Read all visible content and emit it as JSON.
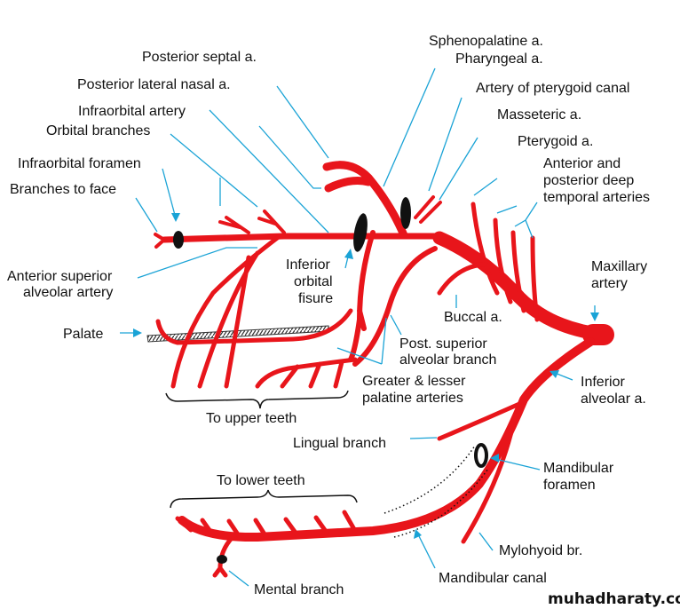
{
  "labels": {
    "posterior_septal": "Posterior septal a.",
    "posterior_lateral_nasal": "Posterior lateral nasal a.",
    "infraorbital_artery": "Infraorbital artery",
    "orbital_branches": "Orbital branches",
    "infraorbital_foramen": "Infraorbital foramen",
    "branches_to_face": "Branches to face",
    "anterior_superior_alveolar": [
      "Anterior superior",
      "alveolar artery"
    ],
    "palate": "Palate",
    "inferior_orbital_fissure": [
      "Inferior",
      "orbital",
      "fisure"
    ],
    "sphenopalatine": "Sphenopalatine a.",
    "pharyngeal": "Pharyngeal a.",
    "pterygoid_canal": "Artery of pterygoid canal",
    "masseteric": "Masseteric a.",
    "pterygoid": "Pterygoid a.",
    "deep_temporal": [
      "Anterior and",
      "posterior deep",
      "temporal arteries"
    ],
    "maxillary": [
      "Maxillary",
      "artery"
    ],
    "buccal": "Buccal a.",
    "post_superior_alveolar": [
      "Post. superior",
      "alveolar branch"
    ],
    "palatine": [
      "Greater & lesser",
      "palatine arteries"
    ],
    "upper_teeth": "To upper teeth",
    "inferior_alveolar": [
      "Inferior",
      "alveolar a."
    ],
    "lingual": "Lingual branch",
    "mandibular_foramen": [
      "Mandibular",
      "foramen"
    ],
    "lower_teeth": "To lower teeth",
    "mylohyoid": "Mylohyoid br.",
    "mandibular_canal": "Mandibular canal",
    "mental": "Mental branch"
  },
  "watermark": "muhadharaty.com",
  "colors": {
    "artery": "#e8151b",
    "leader": "#1aa3d6",
    "foramen": "#111111"
  }
}
